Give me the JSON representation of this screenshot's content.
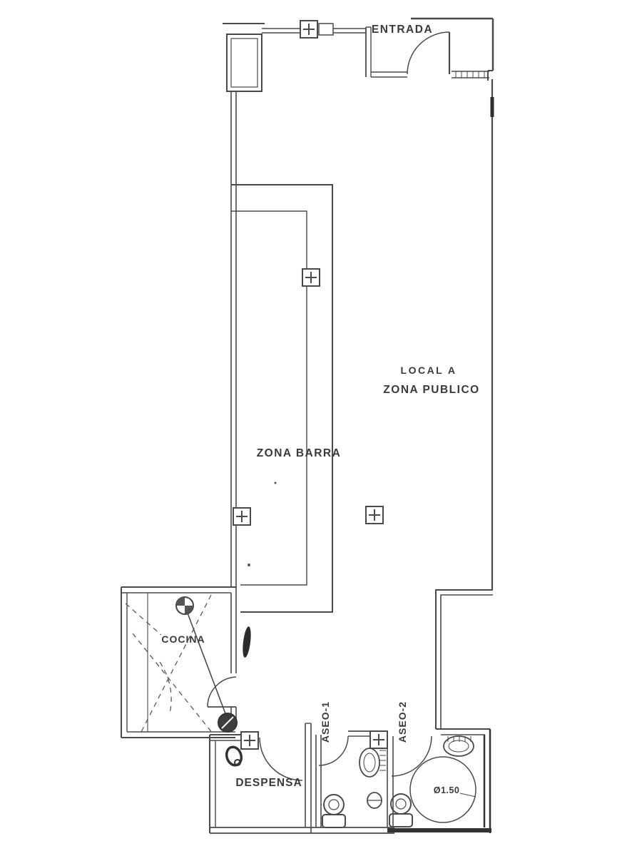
{
  "drawing": {
    "type": "floor-plan",
    "labels": {
      "entrada": "ENTRADA",
      "local": "LOCAL A",
      "zona_publico": "ZONA PUBLICO",
      "zona_barra": "ZONA BARRA",
      "cocina": "COCINA",
      "despensa": "DESPENSA",
      "aseo1": "ASEO-1",
      "aseo2": "ASEO-2",
      "turning_circle_diameter": "Ø1.50"
    },
    "colors": {
      "line": "#4a4a4a",
      "dark_line": "#333333",
      "text": "#3a3a3a",
      "background": "#ffffff"
    }
  }
}
